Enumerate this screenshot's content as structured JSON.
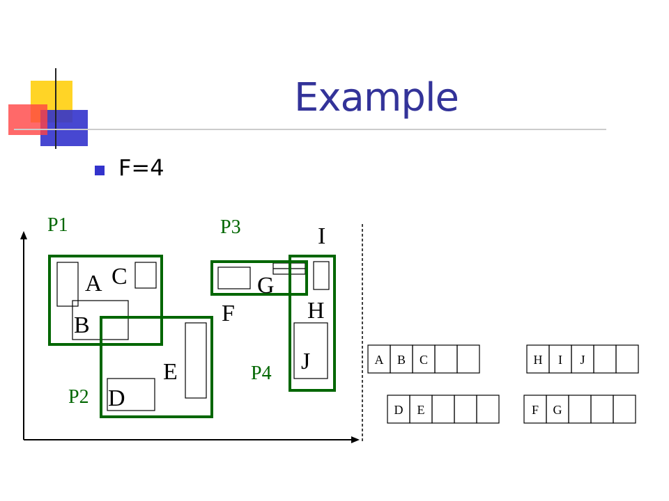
{
  "slide": {
    "title": "Example",
    "bullet": "F=4"
  },
  "diagram": {
    "colors": {
      "page_border": "#006600",
      "title": "#333399",
      "bullet": "#3333cc",
      "logo_yellow": "#ffcc00",
      "logo_red": "#ff3333",
      "logo_blue": "#3333cc"
    },
    "pages": [
      {
        "id": "p1",
        "label": "P1"
      },
      {
        "id": "p2",
        "label": "P2"
      },
      {
        "id": "p3",
        "label": "P3"
      },
      {
        "id": "p4",
        "label": "P4"
      }
    ],
    "objects": [
      "A",
      "B",
      "C",
      "D",
      "E",
      "F",
      "G",
      "H",
      "I",
      "J"
    ],
    "nodes": [
      {
        "id": "node-abc",
        "entries": [
          "A",
          "B",
          "C",
          "",
          ""
        ]
      },
      {
        "id": "node-hij",
        "entries": [
          "H",
          "I",
          "J",
          "",
          ""
        ]
      },
      {
        "id": "node-de",
        "entries": [
          "D",
          "E",
          "",
          "",
          ""
        ]
      },
      {
        "id": "node-fg",
        "entries": [
          "F",
          "G",
          "",
          "",
          ""
        ]
      }
    ]
  }
}
